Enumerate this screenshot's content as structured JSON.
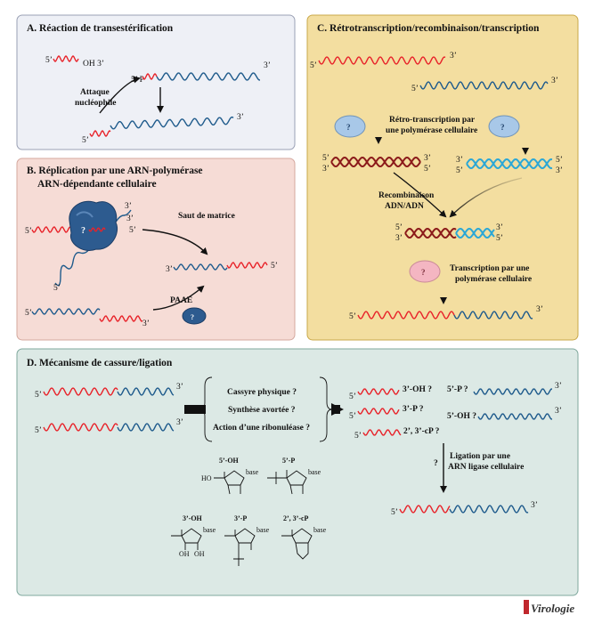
{
  "panels": {
    "a": {
      "title": "A. Réaction de transestérification",
      "oh3": "OH 3’",
      "five_p": "5’ P",
      "attack": "Attaque",
      "nucleo": "nucléophile",
      "p5": "5’",
      "p3": "3’"
    },
    "b": {
      "title_l1": "B. Réplication par une ARN-polymérase",
      "title_l2": "ARN-dépendante cellulaire",
      "saut": "Saut de matrice",
      "paae": "PAAE",
      "q": "?"
    },
    "c": {
      "title": "C. Rétrotranscription/recombinaison/transcription",
      "rt_l1": "Rétro-transcription par",
      "rt_l2": "une polymérase cellulaire",
      "rec_l1": "Recombinaison",
      "rec_l2": "ADN/ADN",
      "tr_l1": "Transcription par une",
      "tr_l2": "polymérase cellulaire",
      "q": "?"
    },
    "d": {
      "title": "D. Mécanisme de cassure/ligation",
      "c1": "Cassyre physique ?",
      "c2": "Synthèse avortée ?",
      "c3": "Action d’une ribonuléase ?",
      "oh3q": "3’-OH ?",
      "p5q": "5’-P ?",
      "p3q": "3’-P ?",
      "oh5q": "5’-OH ?",
      "cp": "2’, 3’-cP ?",
      "q": "?",
      "lig_l1": "Ligation par une",
      "lig_l2": "ARN ligase cellulaire",
      "chem": {
        "oh5": "5’-OH",
        "p5": "5’-P",
        "oh3": "3’-OH",
        "p3": "3’-P",
        "cp": "2’, 3’-cP",
        "base": "base",
        "ho": "HO",
        "oh": "OH"
      }
    }
  },
  "logo": "Virologie",
  "colors": {
    "panel_a": "#eef0f6",
    "panel_b": "#f6dcd6",
    "panel_c": "#f3dea0",
    "panel_d": "#dce9e5",
    "rna_red": "#e8232a",
    "rna_blue": "#1f5b8c",
    "dna_dark": "#8b1a1a",
    "dna_cyan": "#2aa7d6",
    "polymerase": "#2d5b8f"
  }
}
